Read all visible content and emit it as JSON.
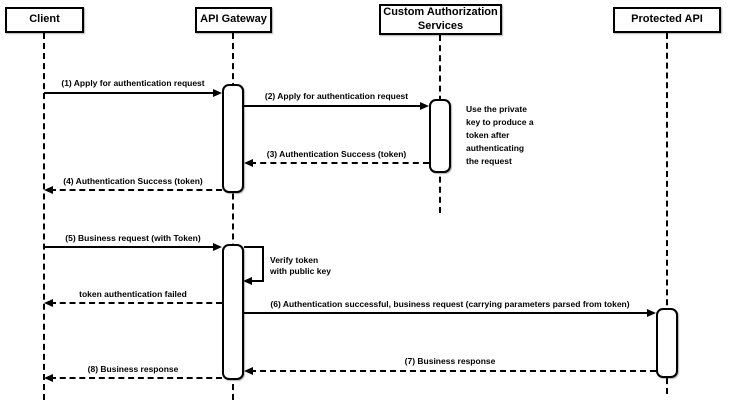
{
  "diagram": {
    "type": "sequence",
    "background": "#ffffff",
    "line_color": "#000000",
    "actors": [
      {
        "name": "Client"
      },
      {
        "name": "API Gateway"
      },
      {
        "name": "Custom Authorization\nServices"
      },
      {
        "name": "Protected API"
      }
    ],
    "messages": [
      {
        "label": "(1) Apply for authentication request",
        "from": "Client",
        "to": "API Gateway",
        "line": "solid"
      },
      {
        "label": "(2) Apply for authentication request",
        "from": "API Gateway",
        "to": "Custom Authorization Services",
        "line": "solid"
      },
      {
        "label": "(3) Authentication Success (token)",
        "from": "Custom Authorization Services",
        "to": "API Gateway",
        "line": "dashed"
      },
      {
        "label": "(4) Authentication Success (token)",
        "from": "API Gateway",
        "to": "Client",
        "line": "dashed"
      },
      {
        "label": "(5) Business request (with Token)",
        "from": "Client",
        "to": "API Gateway",
        "line": "solid"
      },
      {
        "label": "Verify token\nwith public key",
        "from": "API Gateway",
        "to": "API Gateway",
        "line": "solid",
        "self": true
      },
      {
        "label": "token authentication failed",
        "from": "API Gateway",
        "to": "Client",
        "line": "dashed"
      },
      {
        "label": "(6) Authentication successful, business request (carrying parameters parsed from token)",
        "from": "API Gateway",
        "to": "Protected API",
        "line": "solid"
      },
      {
        "label": "(7) Business response",
        "from": "Protected API",
        "to": "API Gateway",
        "line": "dashed"
      },
      {
        "label": "(8) Business response",
        "from": "API Gateway",
        "to": "Client",
        "line": "dashed"
      }
    ],
    "note": "Use the private\nkey to produce a\ntoken after\nauthenticating\nthe request"
  }
}
